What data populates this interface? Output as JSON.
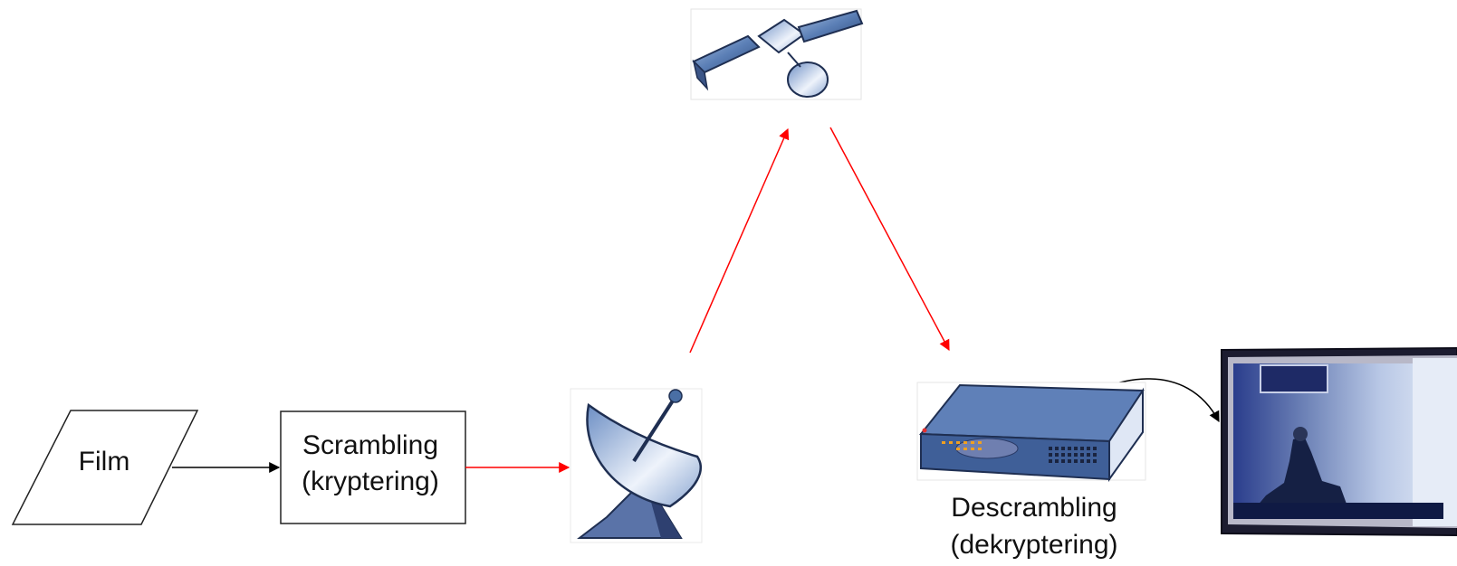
{
  "nodes": {
    "film": {
      "label": "Film"
    },
    "scrambling": {
      "label_line1": "Scrambling",
      "label_line2": "(kryptering)"
    },
    "descrambling": {
      "label_line1": "Descrambling",
      "label_line2": "(dekryptering)"
    }
  },
  "icons": {
    "satellite": "satellite-icon",
    "uplink_dish": "satellite-dish-icon",
    "receiver": "set-top-box-icon",
    "television": "television-icon"
  },
  "colors": {
    "signal_arrow": "#ff0000",
    "local_arrow": "#000000",
    "device_blue": "#4a6fa5"
  }
}
